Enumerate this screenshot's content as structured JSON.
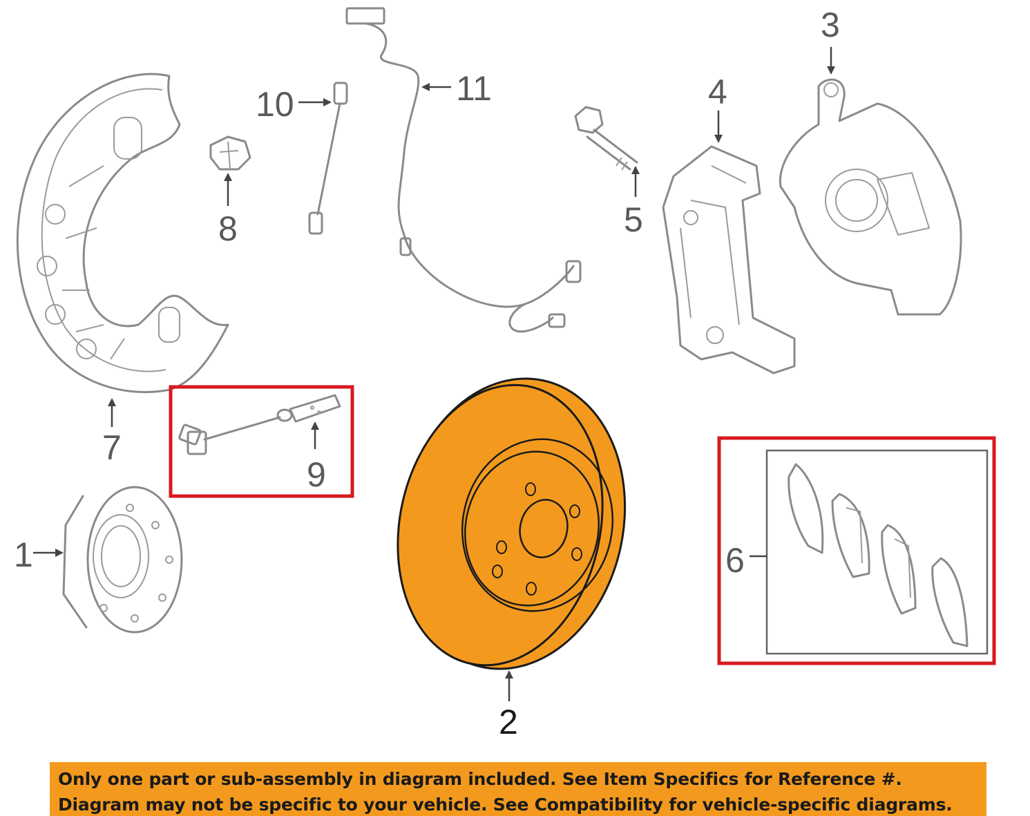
{
  "callouts": {
    "c1": "1",
    "c2": "2",
    "c3": "3",
    "c4": "4",
    "c5": "5",
    "c6": "6",
    "c7": "7",
    "c8": "8",
    "c9": "9",
    "c10": "10",
    "c11": "11"
  },
  "highlight_color": "#f39a1e",
  "box_color": "#d71920",
  "banner": {
    "line1": "Only one part or sub-assembly in diagram included. See Item Specifics for Reference #.",
    "line2": "Diagram may not be specific to your vehicle. See Compatibility for vehicle-specific diagrams."
  }
}
